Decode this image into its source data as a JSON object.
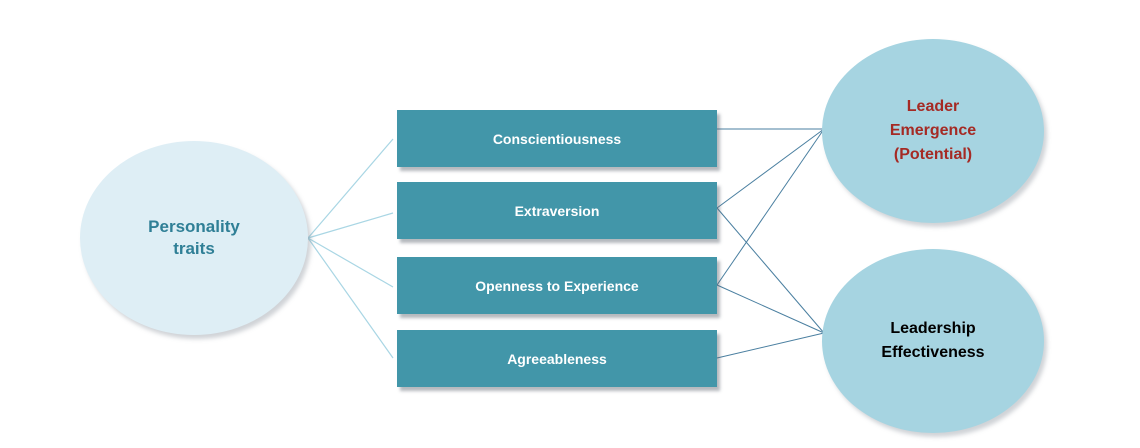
{
  "source": {
    "label_line1": "Personality",
    "label_line2": "traits"
  },
  "traits": [
    {
      "label": "Conscientiousness"
    },
    {
      "label": "Extraversion"
    },
    {
      "label": "Openness to Experience"
    },
    {
      "label": "Agreeableness"
    }
  ],
  "outcomes": {
    "emergence": {
      "line1": "Leader",
      "line2": "Emergence",
      "line3": "(Potential)"
    },
    "effectiveness": {
      "line1": "Leadership",
      "line2": "Effectiveness"
    }
  },
  "colors": {
    "trait_box": "#4296a9",
    "source_fill": "#deeef5",
    "outcome_fill": "#a6d4e1",
    "connector": "#4a7fa0",
    "source_connector": "#a9d6e4",
    "emergence_text": "#a52a24"
  }
}
